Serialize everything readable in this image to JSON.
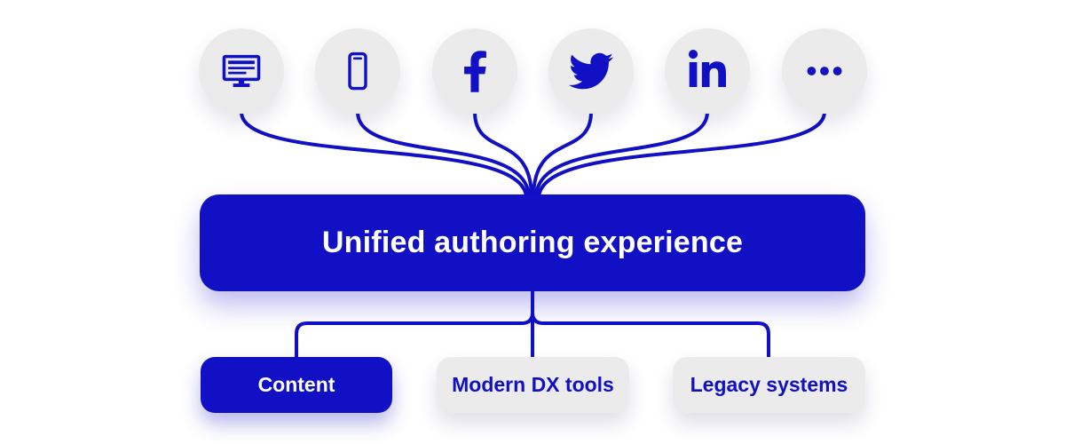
{
  "colors": {
    "accent": "#1110C5",
    "node_background": "#EBEBEB",
    "page_background": "#FFFFFF",
    "hub_text": "#FFFFFF"
  },
  "channels": [
    {
      "icon": "desktop-icon"
    },
    {
      "icon": "smartphone-icon"
    },
    {
      "icon": "facebook-icon"
    },
    {
      "icon": "twitter-icon"
    },
    {
      "icon": "linkedin-icon"
    },
    {
      "icon": "ellipsis-icon"
    }
  ],
  "hub": {
    "label": "Unified authoring experience"
  },
  "sources": [
    {
      "label": "Content",
      "variant": "primary"
    },
    {
      "label": "Modern DX tools",
      "variant": "secondary"
    },
    {
      "label": "Legacy systems",
      "variant": "secondary"
    }
  ]
}
